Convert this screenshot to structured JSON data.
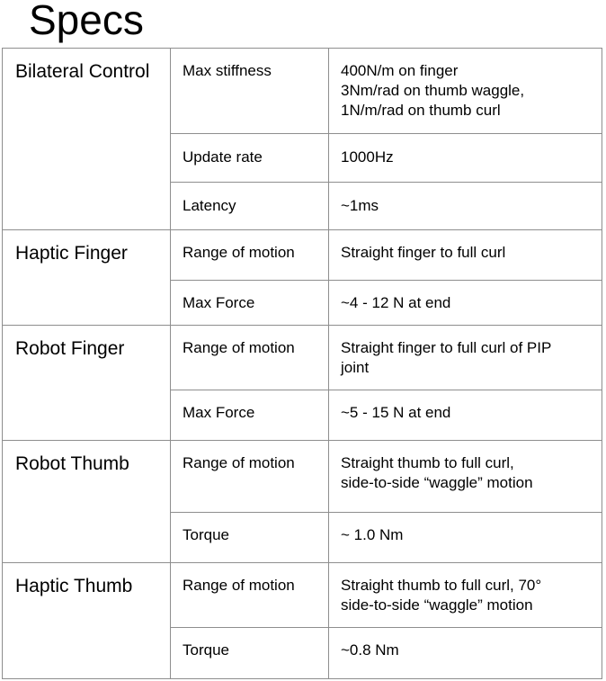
{
  "title": "Specs",
  "groups": [
    {
      "name": "Bilateral Control",
      "rows": [
        {
          "param": "Max stiffness",
          "value": [
            "400N/m on finger",
            "3Nm/rad on thumb waggle,",
            "1N/m/rad on thumb curl"
          ]
        },
        {
          "param": "Update rate",
          "value": [
            "1000Hz"
          ]
        },
        {
          "param": "Latency",
          "value": [
            "~1ms"
          ]
        }
      ]
    },
    {
      "name": "Haptic Finger",
      "rows": [
        {
          "param": "Range of motion",
          "value": [
            "Straight finger to full curl"
          ]
        },
        {
          "param": "Max Force",
          "value": [
            "~4 - 12 N at end"
          ]
        }
      ]
    },
    {
      "name": "Robot Finger",
      "rows": [
        {
          "param": "Range of motion",
          "value": [
            "Straight finger to full curl of PIP",
            "joint"
          ]
        },
        {
          "param": "Max Force",
          "value": [
            "~5 - 15 N at end"
          ]
        }
      ]
    },
    {
      "name": "Robot Thumb",
      "rows": [
        {
          "param": "Range of motion",
          "value": [
            "Straight thumb to full curl,",
            "side-to-side “waggle” motion"
          ]
        },
        {
          "param": "Torque",
          "value": [
            "~ 1.0 Nm"
          ]
        }
      ]
    },
    {
      "name": "Haptic Thumb",
      "rows": [
        {
          "param": "Range of motion",
          "value": [
            "Straight thumb to full curl, 70°",
            "side-to-side “waggle” motion"
          ]
        },
        {
          "param": "Torque",
          "value": [
            "~0.8 Nm"
          ]
        }
      ]
    }
  ]
}
